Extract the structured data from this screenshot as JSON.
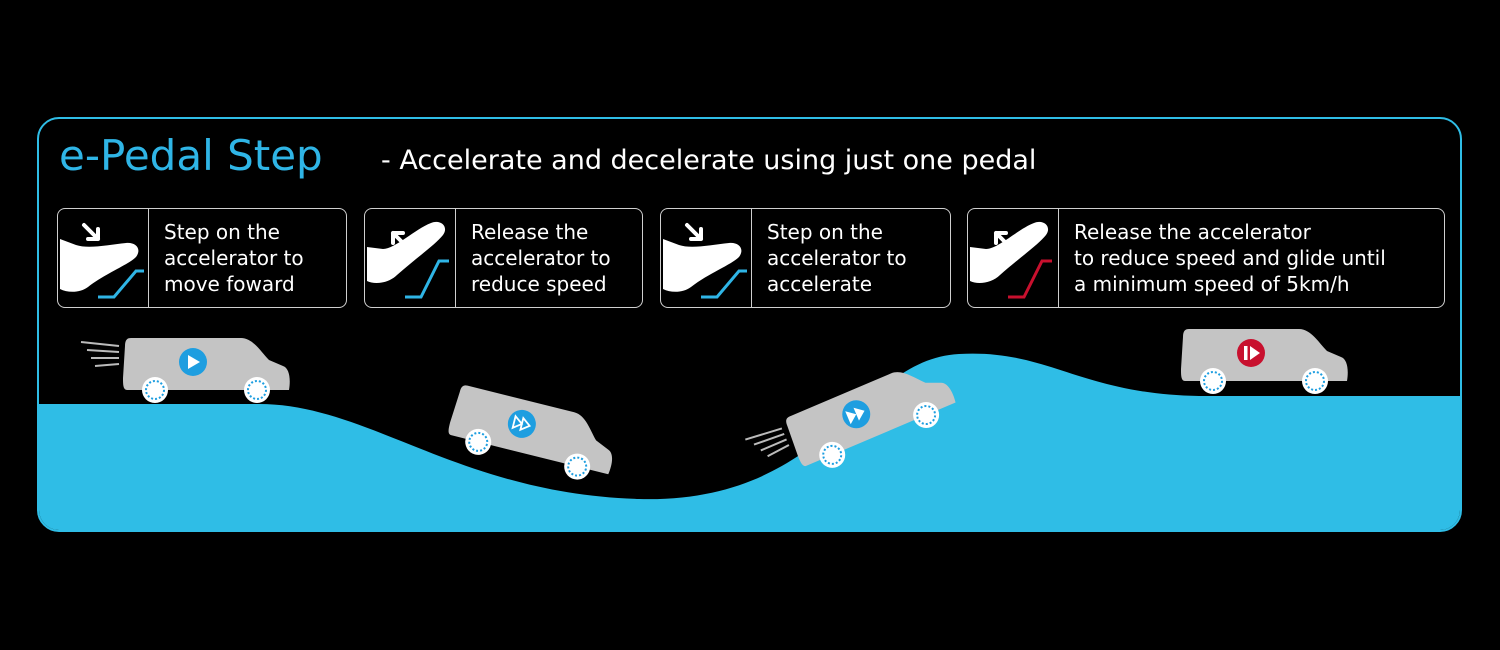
{
  "header": {
    "title": "e-Pedal Step",
    "subtitle": "- Accelerate and decelerate using just one pedal"
  },
  "steps": [
    {
      "text": "Step on the\naccelerator to\nmove foward",
      "pedal": "press",
      "color": "#2fb5e6"
    },
    {
      "text": "Release the\naccelerator to\nreduce speed",
      "pedal": "release",
      "color": "#2fb5e6"
    },
    {
      "text": "Step on the\naccelerator to\naccelerate",
      "pedal": "press",
      "color": "#2fb5e6"
    },
    {
      "text": "Release the accelerator\nto reduce speed and glide until\na minimum speed of 5km/h",
      "pedal": "release",
      "color": "#c8102e"
    }
  ],
  "colors": {
    "accent": "#2fb5e6",
    "road": "#2fbde6",
    "car": "#c4c4c4",
    "stop_badge": "#c8102e"
  },
  "cars": [
    {
      "icon": "play-icon",
      "badge_color": "#1e9ee0"
    },
    {
      "icon": "slow-forward-icon",
      "badge_color": "#1e9ee0"
    },
    {
      "icon": "fast-forward-icon",
      "badge_color": "#1e9ee0"
    },
    {
      "icon": "glide-stop-icon",
      "badge_color": "#c8102e"
    }
  ]
}
